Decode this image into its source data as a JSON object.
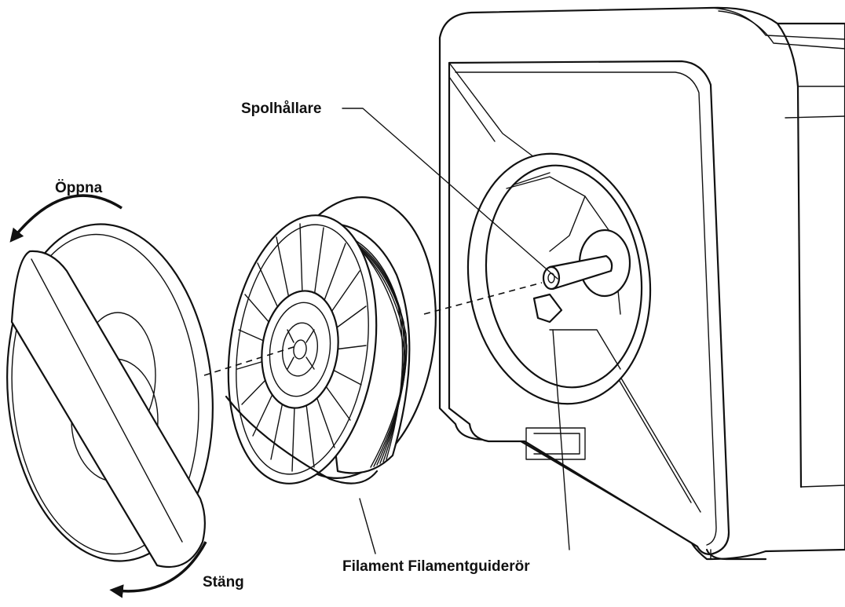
{
  "labels": {
    "spool_holder": "Spolhållare",
    "open": "Öppna",
    "close": "Stäng",
    "filament_guide": "Filament Filamentguiderör"
  }
}
